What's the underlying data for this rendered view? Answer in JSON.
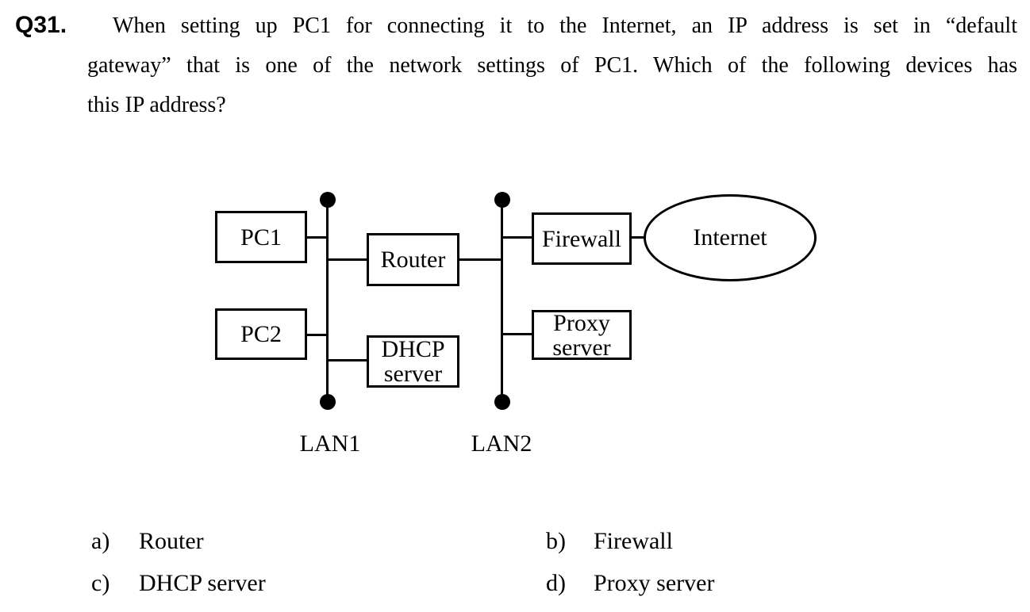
{
  "question": {
    "number": "Q31.",
    "lines": [
      "When setting up PC1 for connecting it to the Internet, an IP address is set in “default",
      "gateway” that is one of the network settings of PC1. Which of the following devices has",
      "this IP address?"
    ]
  },
  "diagram": {
    "nodes": {
      "pc1": {
        "label": "PC1"
      },
      "pc2": {
        "label": "PC2"
      },
      "router": {
        "label": "Router"
      },
      "dhcp_server": {
        "label": "DHCP\nserver"
      },
      "firewall": {
        "label": "Firewall"
      },
      "proxy_server": {
        "label": "Proxy\nserver"
      },
      "internet": {
        "label": "Internet"
      }
    },
    "buses": [
      {
        "label": "LAN1"
      },
      {
        "label": "LAN2"
      }
    ],
    "connections": [
      {
        "from": "PC1",
        "to": "LAN1"
      },
      {
        "from": "PC2",
        "to": "LAN1"
      },
      {
        "from": "LAN1",
        "to": "Router"
      },
      {
        "from": "LAN1",
        "to": "DHCP server"
      },
      {
        "from": "Router",
        "to": "LAN2"
      },
      {
        "from": "LAN2",
        "to": "Firewall"
      },
      {
        "from": "LAN2",
        "to": "Proxy server"
      },
      {
        "from": "Firewall",
        "to": "Internet"
      }
    ],
    "colors": {
      "line": "#000000",
      "background": "#ffffff"
    }
  },
  "options": [
    {
      "marker": "a)",
      "label": "Router"
    },
    {
      "marker": "b)",
      "label": "Firewall"
    },
    {
      "marker": "c)",
      "label": "DHCP server"
    },
    {
      "marker": "d)",
      "label": "Proxy server"
    }
  ]
}
